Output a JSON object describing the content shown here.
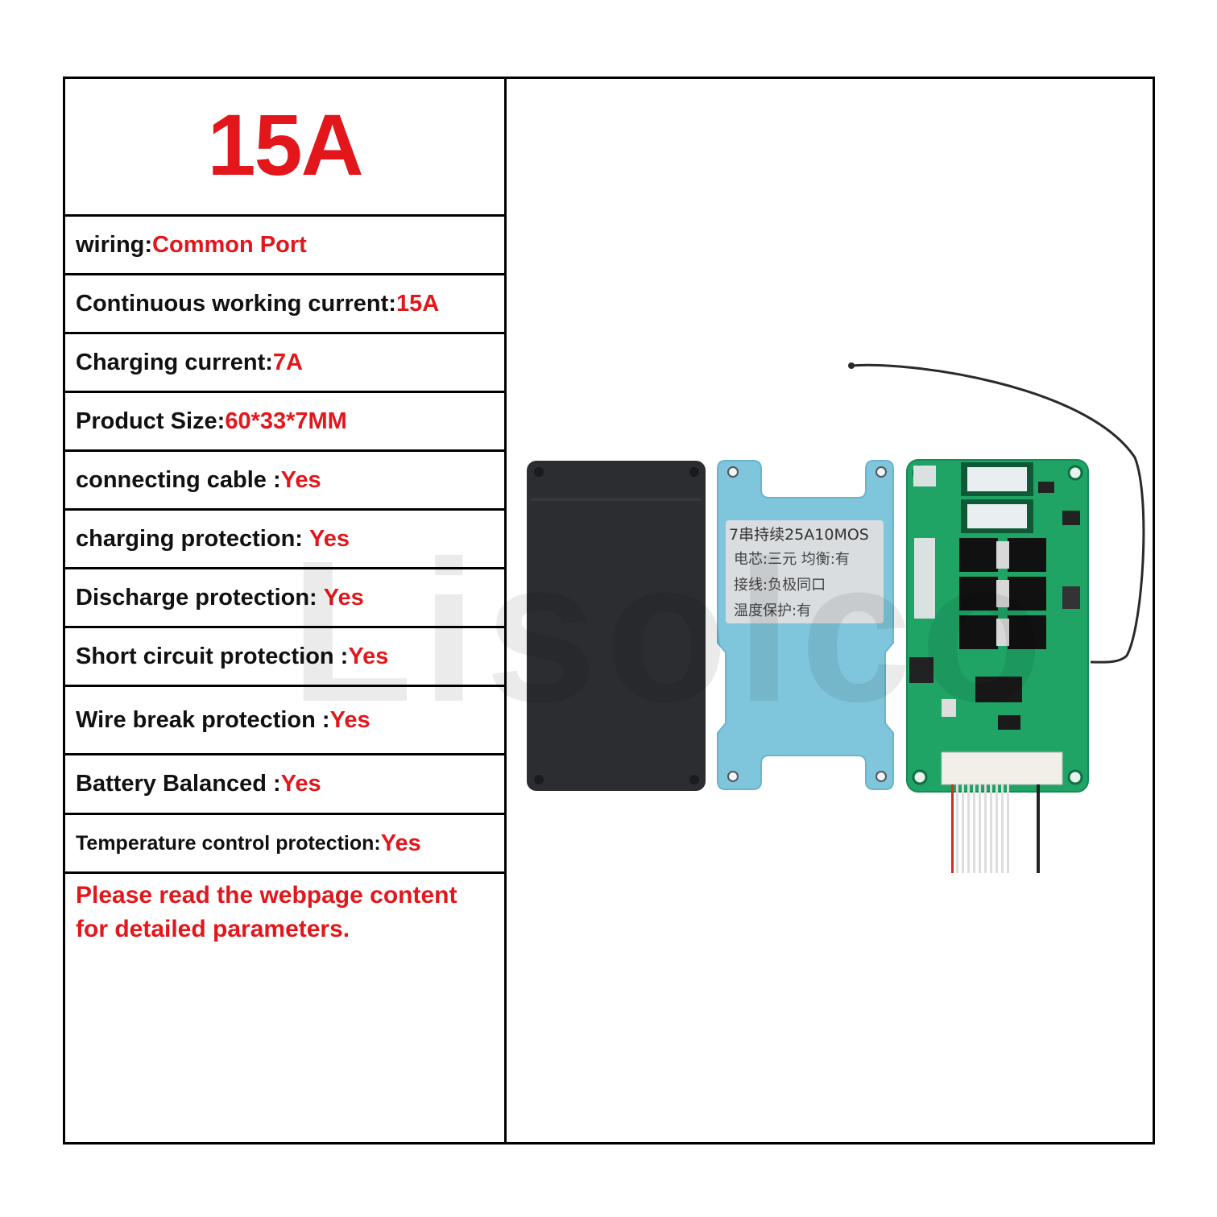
{
  "title": "15A",
  "specs": [
    {
      "label": "wiring:",
      "value": "Common Port"
    },
    {
      "label": "Continuous working current:",
      "value": "15A"
    },
    {
      "label": "Charging current:",
      "value": "7A"
    },
    {
      "label": "Product Size:",
      "value": "60*33*7MM"
    },
    {
      "label": "connecting cable :",
      "value": "Yes"
    },
    {
      "label": "charging protection: ",
      "value": "Yes"
    },
    {
      "label": "Discharge protection: ",
      "value": "Yes"
    },
    {
      "label": "Short circuit protection :",
      "value": "Yes"
    },
    {
      "label": "Wire break protection :",
      "value": "Yes"
    },
    {
      "label": "Battery Balanced :",
      "value": "Yes"
    },
    {
      "label": "Temperature control protection:",
      "value": "Yes"
    }
  ],
  "note_line1": "Please read the webpage content",
  "note_line2": "for detailed parameters.",
  "watermark": "Lisolco",
  "sticker": {
    "line1": "7串持续25A10MOS",
    "line2": "电芯:三元 均衡:有",
    "line3": "接线:负极同口",
    "line4": "温度保护:有"
  },
  "colors": {
    "accent": "#e3161b",
    "text": "#111111",
    "cover": "#2b2d31",
    "insulator": "#7fc6dc",
    "pcb": "#1fa466"
  }
}
